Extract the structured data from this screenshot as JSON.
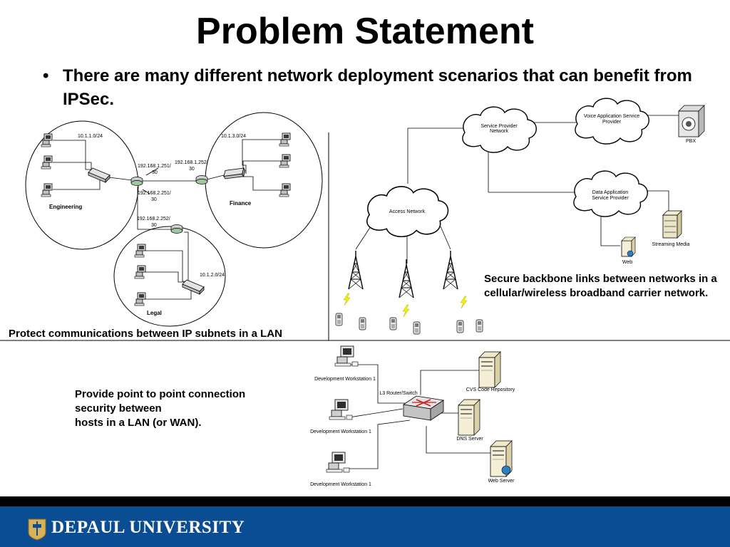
{
  "slide": {
    "title": "Problem Statement",
    "bullet_marker": "•",
    "bullet": "There are many different network deployment scenarios that can benefit from IPSec."
  },
  "lan_diagram": {
    "caption": "Protect communications between IP subnets in a LAN",
    "subnets": {
      "engineering": {
        "name": "Engineering",
        "network": "10.1.1.0/24"
      },
      "finance": {
        "name": "Finance",
        "network": "10.1.3.0/24"
      },
      "legal": {
        "name": "Legal",
        "network": "10.1.2.0/24"
      }
    },
    "router_labels": {
      "r1_a_line1": "192.168.1.251/",
      "r1_a_line2": "30",
      "r2_a_line1": "192.168.1.252/",
      "r2_a_line2": "30",
      "r1_b_line1": "192.168.2.251/",
      "r1_b_line2": "30",
      "r3_a_line1": "192.168.2.252/",
      "r3_a_line2": "30"
    }
  },
  "wireless_diagram": {
    "caption": "Secure backbone links between networks in a cellular/wireless broadband carrier network.",
    "clouds": {
      "service_provider_line1": "Service Provider",
      "service_provider_line2": "Network",
      "voice_line1": "Voice Application Service",
      "voice_line2": "Provider",
      "data_line1": "Data Application",
      "data_line2": "Service Provider",
      "access": "Access Network"
    },
    "devices": {
      "pbx": "PBX",
      "streaming": "Streaming Media",
      "web": "Web"
    }
  },
  "p2p_diagram": {
    "caption": "Provide point to point connection security between hosts in a LAN (or WAN).",
    "caption_lines": [
      "Provide point to point connection",
      "security between",
      "hosts in a LAN (or WAN)."
    ],
    "workstations": [
      "Development Workstation 1",
      "Development Workstation 1",
      "Development Workstation 1"
    ],
    "switch": "L3 Router/Switch",
    "servers": [
      "CVS Code Repository",
      "DNS Server",
      "Web Server"
    ]
  },
  "footer": {
    "university": "DEPAUL UNIVERSITY",
    "logo_icon": "depaul-shield-icon"
  },
  "colors": {
    "footer_bg": "#0b4d93",
    "bolt": "#f2f20a",
    "globe": "#2c7fc4"
  }
}
